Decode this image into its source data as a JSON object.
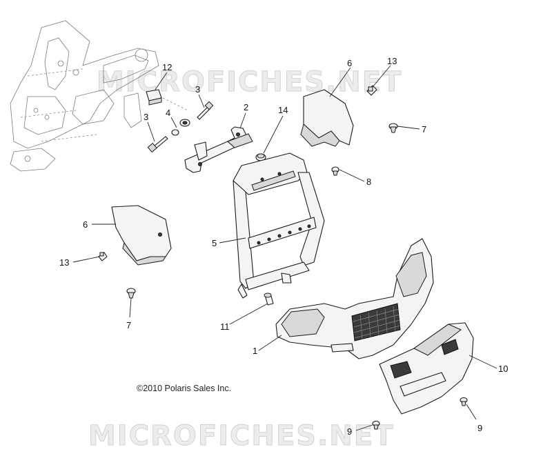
{
  "watermark": {
    "text": "MICROFICHES.NET"
  },
  "copyright": "©2010 Polaris Sales Inc.",
  "callouts": {
    "c1": "1",
    "c2": "2",
    "c3a": "3",
    "c3b": "3",
    "c4": "4",
    "c5": "5",
    "c6a": "6",
    "c6b": "6",
    "c7a": "7",
    "c7b": "7",
    "c8": "8",
    "c9a": "9",
    "c9b": "9",
    "c10": "10",
    "c11": "11",
    "c12": "12",
    "c13a": "13",
    "c13b": "13",
    "c14": "14"
  }
}
